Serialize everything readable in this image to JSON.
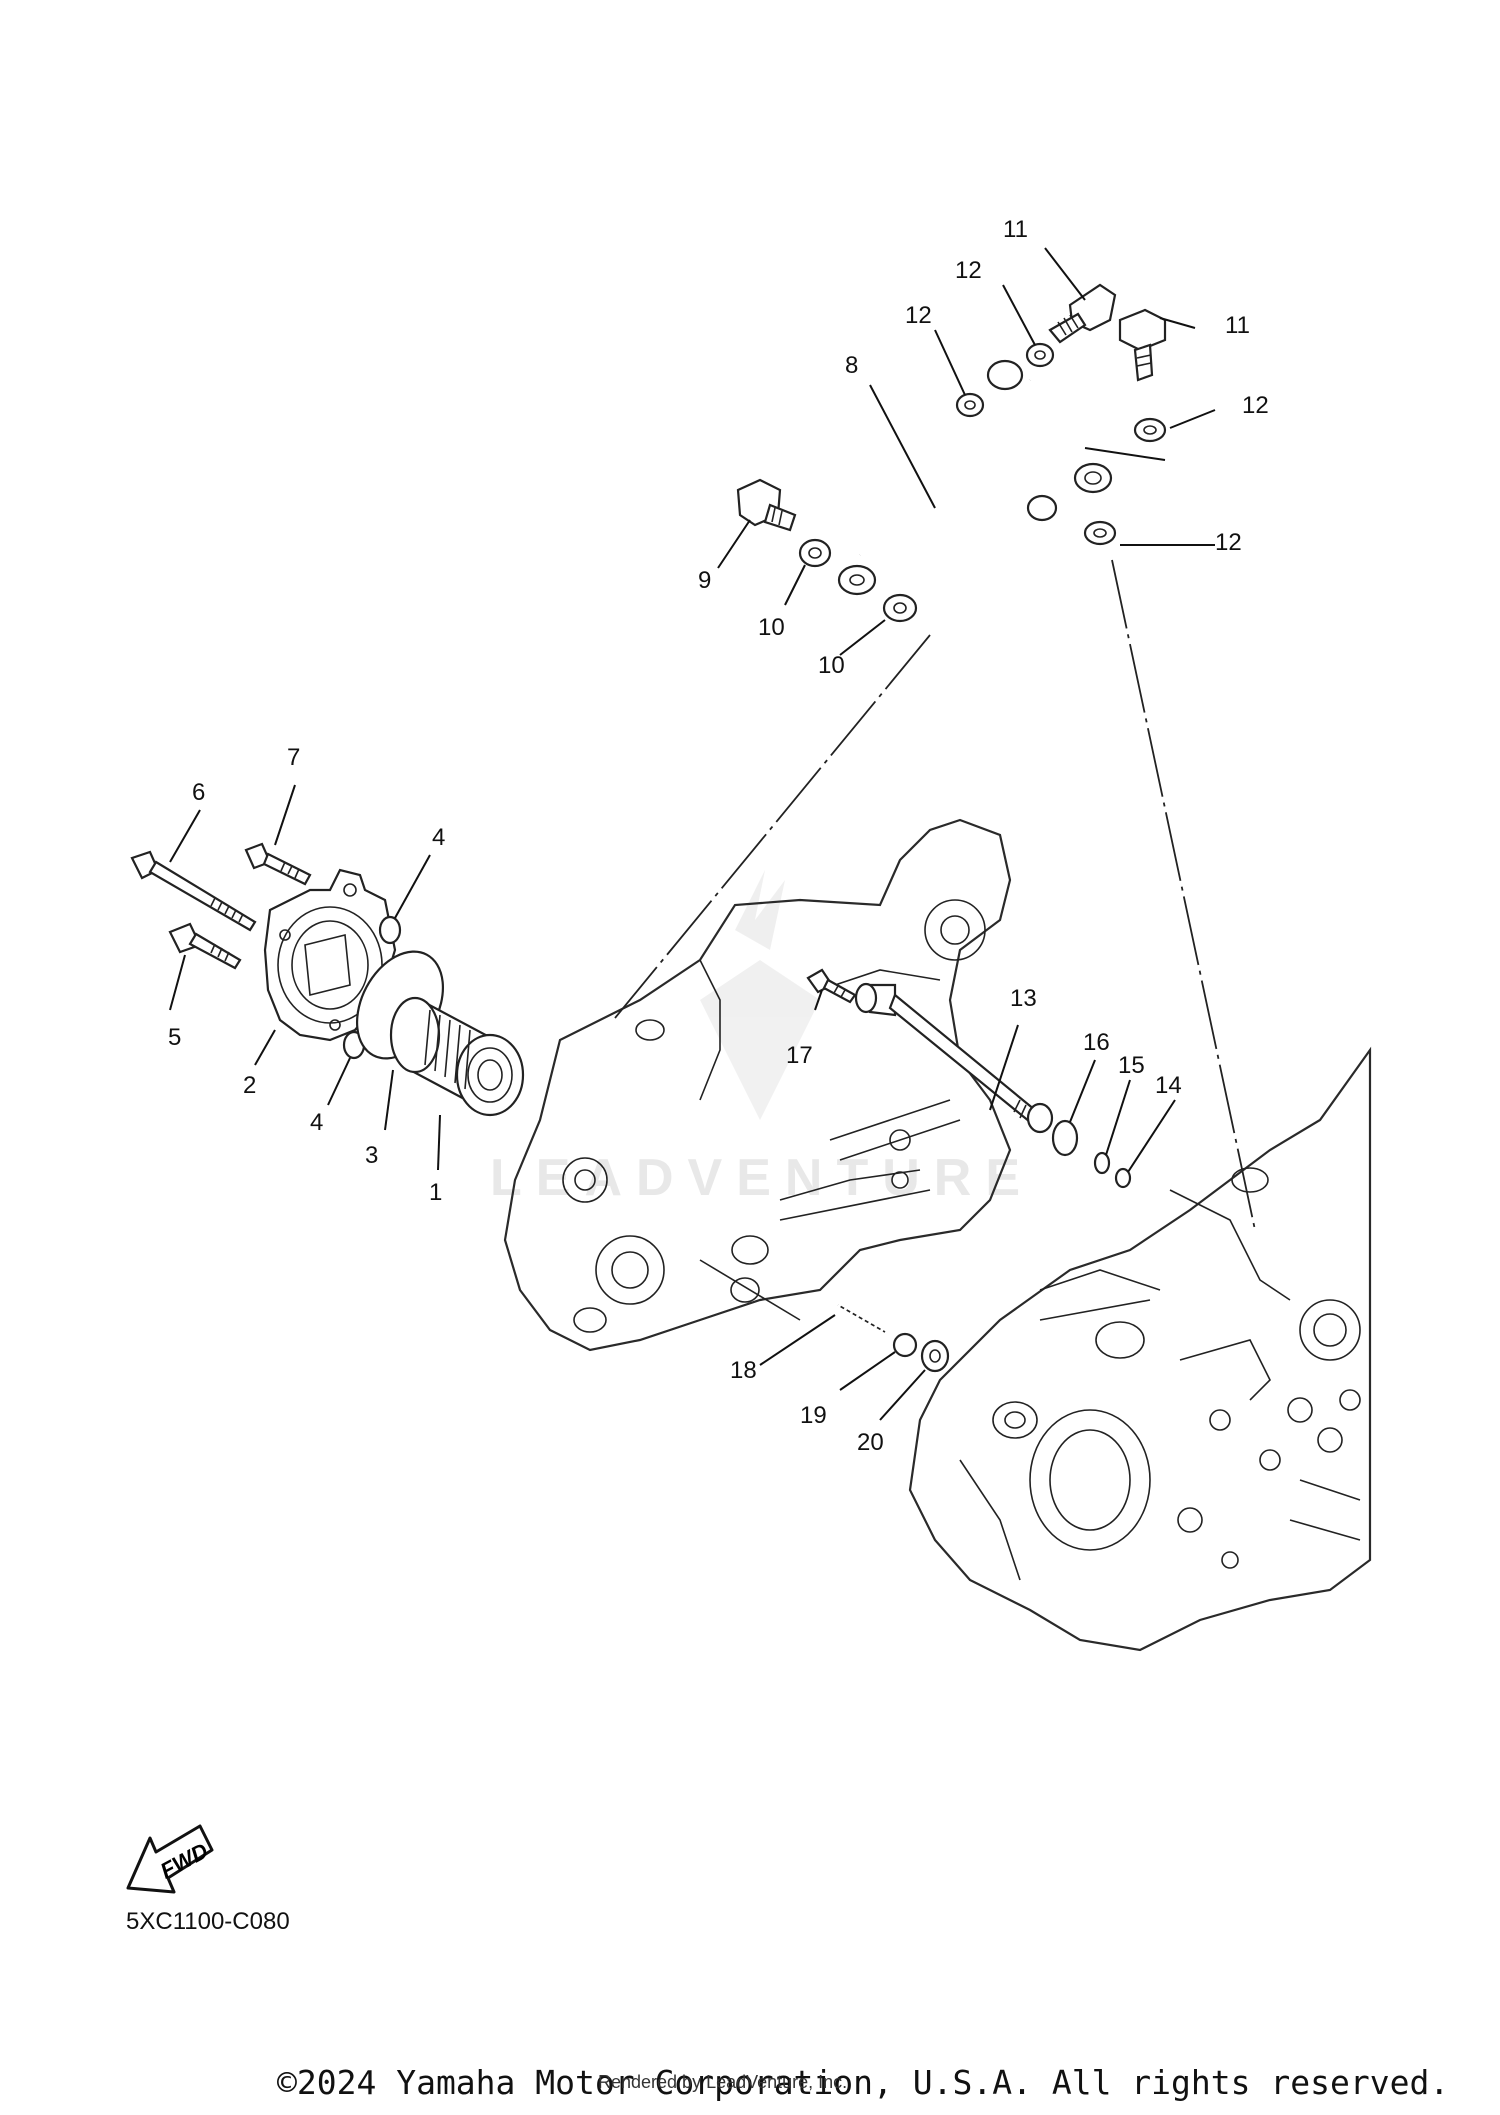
{
  "diagram": {
    "callouts": [
      "1",
      "2",
      "3",
      "4",
      "4",
      "5",
      "6",
      "7",
      "8",
      "9",
      "10",
      "10",
      "11",
      "11",
      "12",
      "12",
      "12",
      "12",
      "13",
      "14",
      "15",
      "16",
      "17",
      "18",
      "19",
      "20"
    ],
    "fwd_label": "FWD",
    "watermark": "LEADVENTURE",
    "reference_code": "5XC1100-C080"
  },
  "footer": {
    "copyright": "©2024 Yamaha Motor Corporation, U.S.A. All rights reserved.",
    "rendered_by": "Rendered by LeadVenture, Inc."
  }
}
